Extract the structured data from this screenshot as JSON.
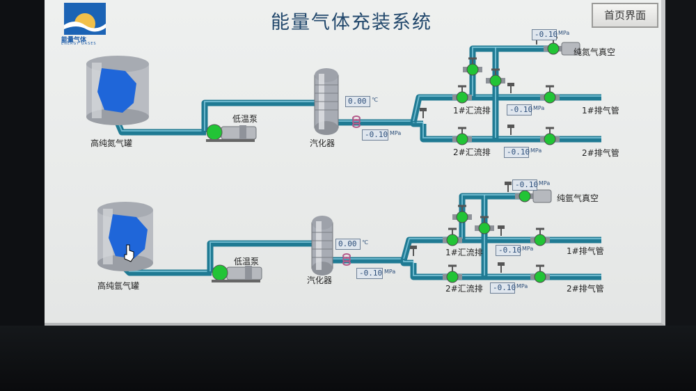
{
  "header": {
    "title": "能量气体充装系统",
    "home_button": "首页界面",
    "logo_text": "能量气体",
    "logo_sub": "ENERGY GASES"
  },
  "systems": [
    {
      "tank_label": "高纯氮气罐",
      "pump_label": "低温泵",
      "vaporizer_label": "汽化器",
      "temperature": {
        "value": "0.00",
        "unit": "℃"
      },
      "main_pressure": {
        "value": "-0.10",
        "unit": "MPa"
      },
      "vacuum": {
        "label": "纯氮气真空",
        "value": "-0.10",
        "unit": "MPa"
      },
      "manifold1": {
        "label": "1#汇流排",
        "value": "-0.10",
        "unit": "MPa",
        "exhaust": "1#排气管"
      },
      "manifold2": {
        "label": "2#汇流排",
        "value": "-0.10",
        "unit": "MPa",
        "exhaust": "2#排气管"
      }
    },
    {
      "tank_label": "高纯氩气罐",
      "pump_label": "低温泵",
      "vaporizer_label": "汽化器",
      "temperature": {
        "value": "0.00",
        "unit": "℃"
      },
      "main_pressure": {
        "value": "-0.10",
        "unit": "MPa"
      },
      "vacuum": {
        "label": "纯氩气真空",
        "value": "-0.10",
        "unit": "MPa"
      },
      "manifold1": {
        "label": "1#汇流排",
        "value": "-0.10",
        "unit": "MPa",
        "exhaust": "1#排气管"
      },
      "manifold2": {
        "label": "2#汇流排",
        "value": "-0.10",
        "unit": "MPa",
        "exhaust": "2#排气管"
      }
    }
  ],
  "colors": {
    "pipe": "#1f7a93",
    "pipe_highlight": "#8fd3e6",
    "valve_green": "#22c436",
    "vessel": "#b9bcc2",
    "liquid": "#1f66d9",
    "value_text": "#2b4d79"
  },
  "icons": [
    "logo-icon",
    "tank-icon",
    "pump-icon",
    "vaporizer-icon",
    "valve-icon",
    "hand-cursor-icon"
  ]
}
